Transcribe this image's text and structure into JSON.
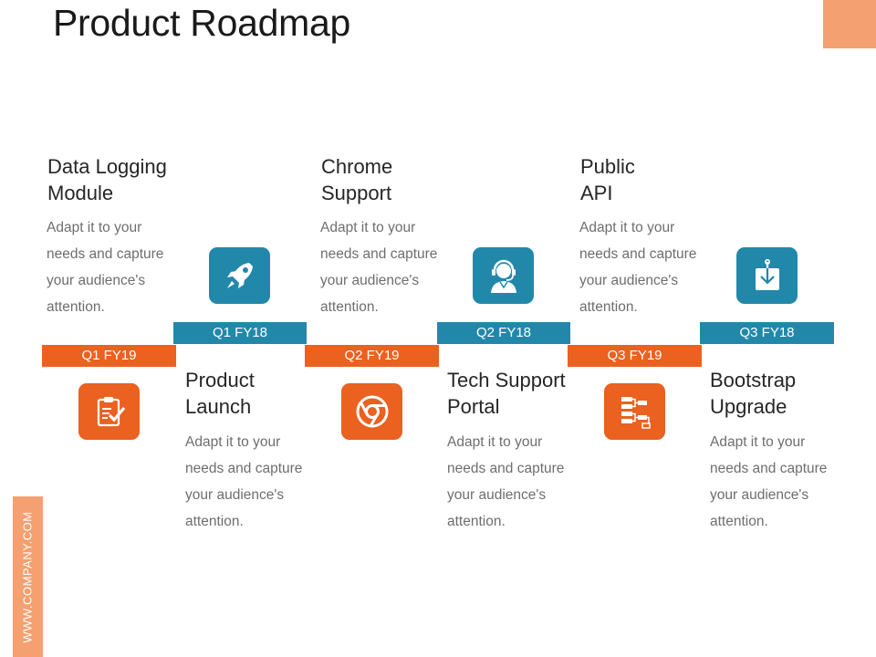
{
  "title": "Product Roadmap",
  "side_label": "WWW.COMPANY.COM",
  "top_items": [
    {
      "title_line1": "Data Logging",
      "title_line2": "Module",
      "desc": [
        "Adapt it to your",
        "needs and capture",
        "your audience's",
        "attention."
      ],
      "icon": "rocket-icon",
      "quarter": "Q1 FY18"
    },
    {
      "title_line1": "Chrome",
      "title_line2": "Support",
      "desc": [
        "Adapt it to your",
        "needs and capture",
        "your audience's",
        "attention."
      ],
      "icon": "support-agent-icon",
      "quarter": "Q2 FY18"
    },
    {
      "title_line1": "Public",
      "title_line2": "API",
      "desc": [
        "Adapt it to your",
        "needs and capture",
        "your audience's",
        "attention."
      ],
      "icon": "download-box-icon",
      "quarter": "Q3 FY18"
    }
  ],
  "bottom_items": [
    {
      "title_line1": "Product",
      "title_line2": "Launch",
      "desc": [
        "Adapt it to your",
        "needs and capture",
        "your audience's",
        "attention."
      ],
      "icon": "clipboard-check-icon",
      "quarter": "Q1 FY19"
    },
    {
      "title_line1": "Tech Support",
      "title_line2": "Portal",
      "desc": [
        "Adapt it to your",
        "needs and capture",
        "your audience's",
        "attention."
      ],
      "icon": "chrome-icon",
      "quarter": "Q2 FY19"
    },
    {
      "title_line1": "Bootstrap",
      "title_line2": "Upgrade",
      "desc": [
        "Adapt it to your",
        "needs and capture",
        "your audience's",
        "attention."
      ],
      "icon": "flowchart-icon",
      "quarter": "Q3 FY19"
    }
  ],
  "colors": {
    "accent_blue": "#2288aa",
    "accent_orange": "#ea6120",
    "light_orange": "#f4a070"
  }
}
